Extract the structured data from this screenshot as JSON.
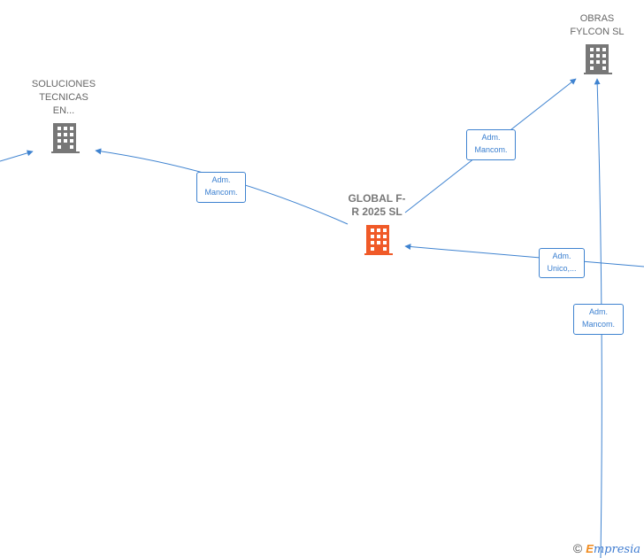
{
  "colors": {
    "edge": "#3f83d0",
    "node": "#777777",
    "center_node": "#f05a28"
  },
  "nodes": {
    "soluciones": {
      "lines": [
        "SOLUCIONES",
        "TECNICAS",
        "EN..."
      ]
    },
    "obras": {
      "lines": [
        "OBRAS",
        "FYLCON  SL"
      ]
    },
    "global": {
      "lines": [
        "GLOBAL F-",
        "R 2025  SL"
      ]
    }
  },
  "relations": {
    "r1": {
      "lines": [
        "Adm.",
        "Mancom."
      ]
    },
    "r2": {
      "lines": [
        "Adm.",
        "Mancom."
      ]
    },
    "r3": {
      "lines": [
        "Adm.",
        "Unico,..."
      ]
    },
    "r4": {
      "lines": [
        "Adm.",
        "Mancom."
      ]
    }
  },
  "footer": {
    "copyright": "©",
    "brand_e": "E",
    "brand_rest": "mpresia"
  }
}
